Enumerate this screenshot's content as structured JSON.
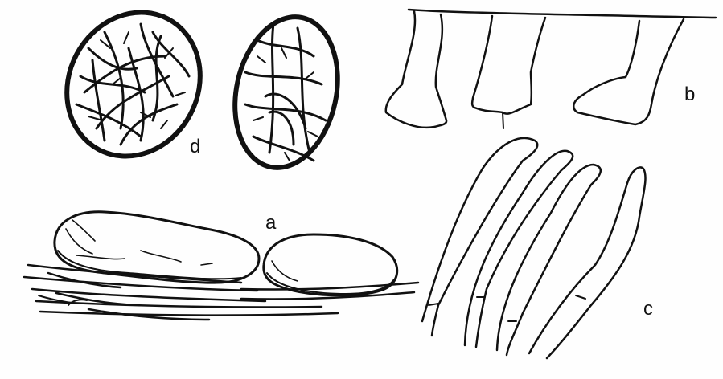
{
  "figure": {
    "labels": {
      "a": "a",
      "b": "b",
      "c": "c",
      "d": "d"
    },
    "ink_color": "#111111",
    "paper_color": "#fefefe"
  }
}
